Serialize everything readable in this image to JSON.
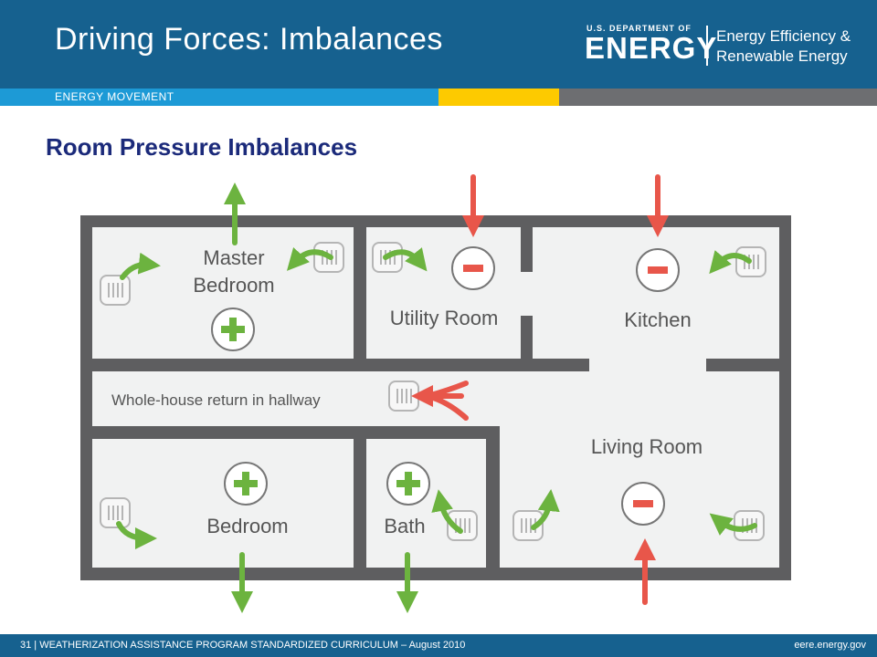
{
  "header": {
    "title": "Driving Forces: Imbalances",
    "logo_small": "U.S. DEPARTMENT OF",
    "logo_big": "ENERGY",
    "logo_line1": "Energy Efficiency &",
    "logo_line2": "Renewable Energy"
  },
  "section_label": "ENERGY MOVEMENT",
  "subtitle": "Room Pressure Imbalances",
  "rooms": {
    "master_line1": "Master",
    "master_line2": "Bedroom",
    "utility": "Utility Room",
    "kitchen": "Kitchen",
    "hallway": "Whole-house return in hallway",
    "living": "Living Room",
    "bedroom": "Bedroom",
    "bath": "Bath"
  },
  "colors": {
    "header": "#16618f",
    "green": "#6cb33f",
    "red": "#e8564a",
    "wall": "#5e5e60",
    "floor": "#f1f2f2"
  },
  "footer": {
    "left": "31 | WEATHERIZATION ASSISTANCE PROGRAM STANDARDIZED CURRICULUM – August 2010",
    "right": "eere.energy.gov"
  }
}
